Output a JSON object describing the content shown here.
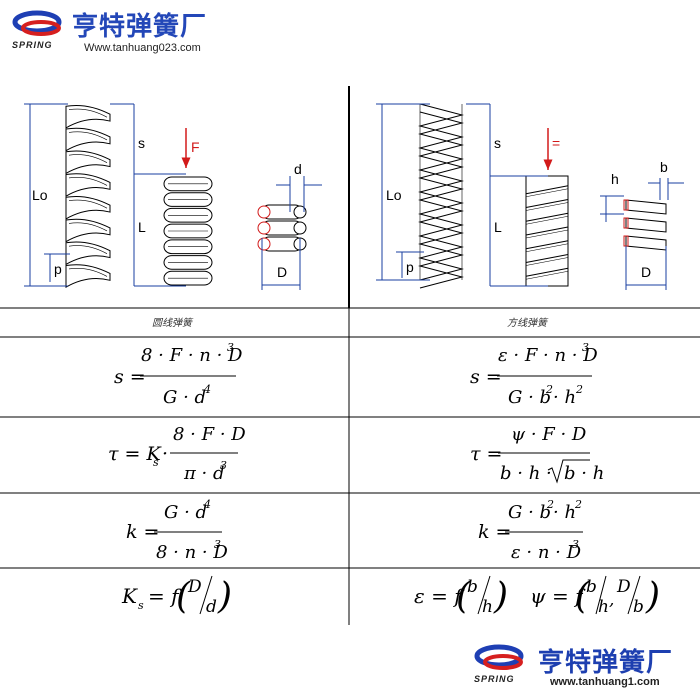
{
  "brand": {
    "name": "亨特弹簧厂",
    "logo_word": "SPRING",
    "site_top": "Www.tanhuang023.com",
    "site_bottom": "www.tanhuang1.com"
  },
  "left_diagram": {
    "labels": {
      "free_length": "Lo",
      "pitch": "p",
      "deflection": "s",
      "force": "F",
      "loaded_length": "L",
      "wire_d": "d",
      "coil_D": "D"
    }
  },
  "right_diagram": {
    "labels": {
      "free_length": "Lo",
      "pitch": "p",
      "deflection": "s",
      "force": "=",
      "loaded_length": "L",
      "height": "h",
      "width": "b",
      "coil_D": "D"
    }
  },
  "table": {
    "header_left": "圆线弹簧",
    "header_right": "方线弹簧"
  }
}
